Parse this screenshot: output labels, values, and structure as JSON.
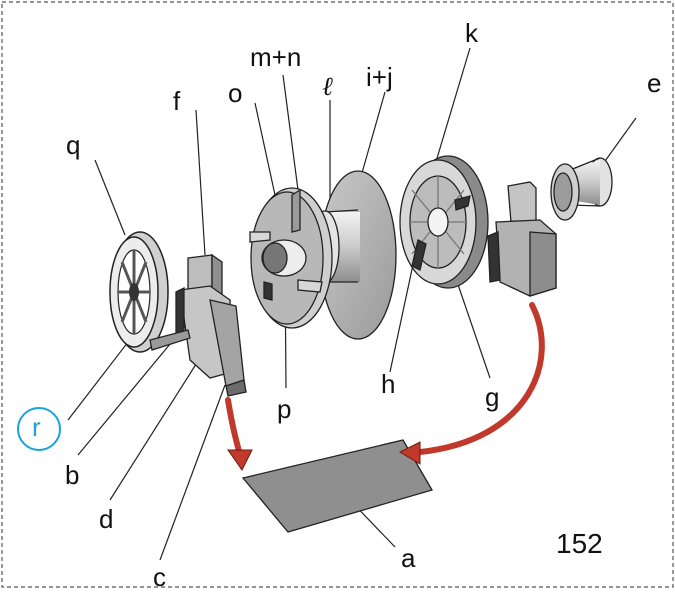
{
  "figure": {
    "page_number": "152",
    "labels": {
      "q": "q",
      "f": "f",
      "o": "o",
      "mn": "m+n",
      "l": "ℓ",
      "ij": "i+j",
      "k": "k",
      "e": "e",
      "r": "r",
      "b": "b",
      "d": "d",
      "c": "c",
      "p": "p",
      "h": "h",
      "g": "g",
      "a": "a"
    },
    "colors": {
      "outline": "#222222",
      "part_light": "#d9d9d9",
      "part_mid": "#b5b5b5",
      "part_dark": "#7a7a7a",
      "arrow": "#c0392b",
      "highlight_circle": "#1aa3d9",
      "frame_dash": "#555555"
    }
  }
}
